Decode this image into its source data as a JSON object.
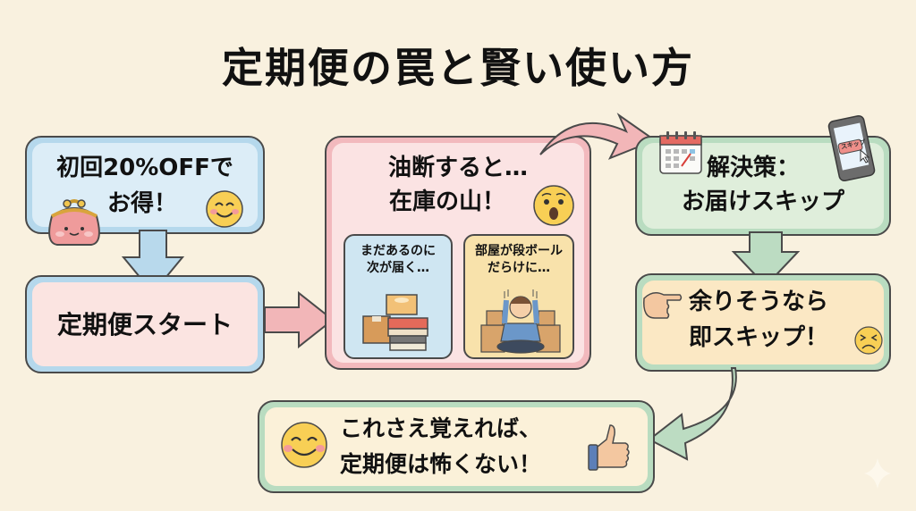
{
  "title": "定期便の罠と賢い使い方",
  "steps": {
    "offer": {
      "line1": "初回20%OFFで",
      "line2": "お得！"
    },
    "start": {
      "label": "定期便スタート"
    },
    "trap": {
      "line1": "油断すると…",
      "line2": "在庫の山！",
      "sub_left": {
        "line1": "まだあるのに",
        "line2": "次が届く…"
      },
      "sub_right": {
        "line1": "部屋が段ボール",
        "line2": "だらけに…"
      }
    },
    "solution": {
      "line1": "解決策：",
      "line2": "お届けスキップ",
      "phone_button": "スキップ"
    },
    "action": {
      "line1": "余りそうなら",
      "line2": "即スキップ！"
    },
    "conclusion": {
      "line1": "これさえ覚えれば、",
      "line2": "定期便は怖くない！"
    }
  },
  "colors": {
    "background": "#f9f1df",
    "blue_border": "#b5d8ec",
    "blue_fill": "#d9ecf7",
    "pink_border": "#f2b9bd",
    "pink_fill": "#fbe3e1",
    "green_border": "#b9dcc0",
    "green_fill": "#ddeed9",
    "yellow_fill": "#fbeac4",
    "outline": "#4a4a4a"
  }
}
